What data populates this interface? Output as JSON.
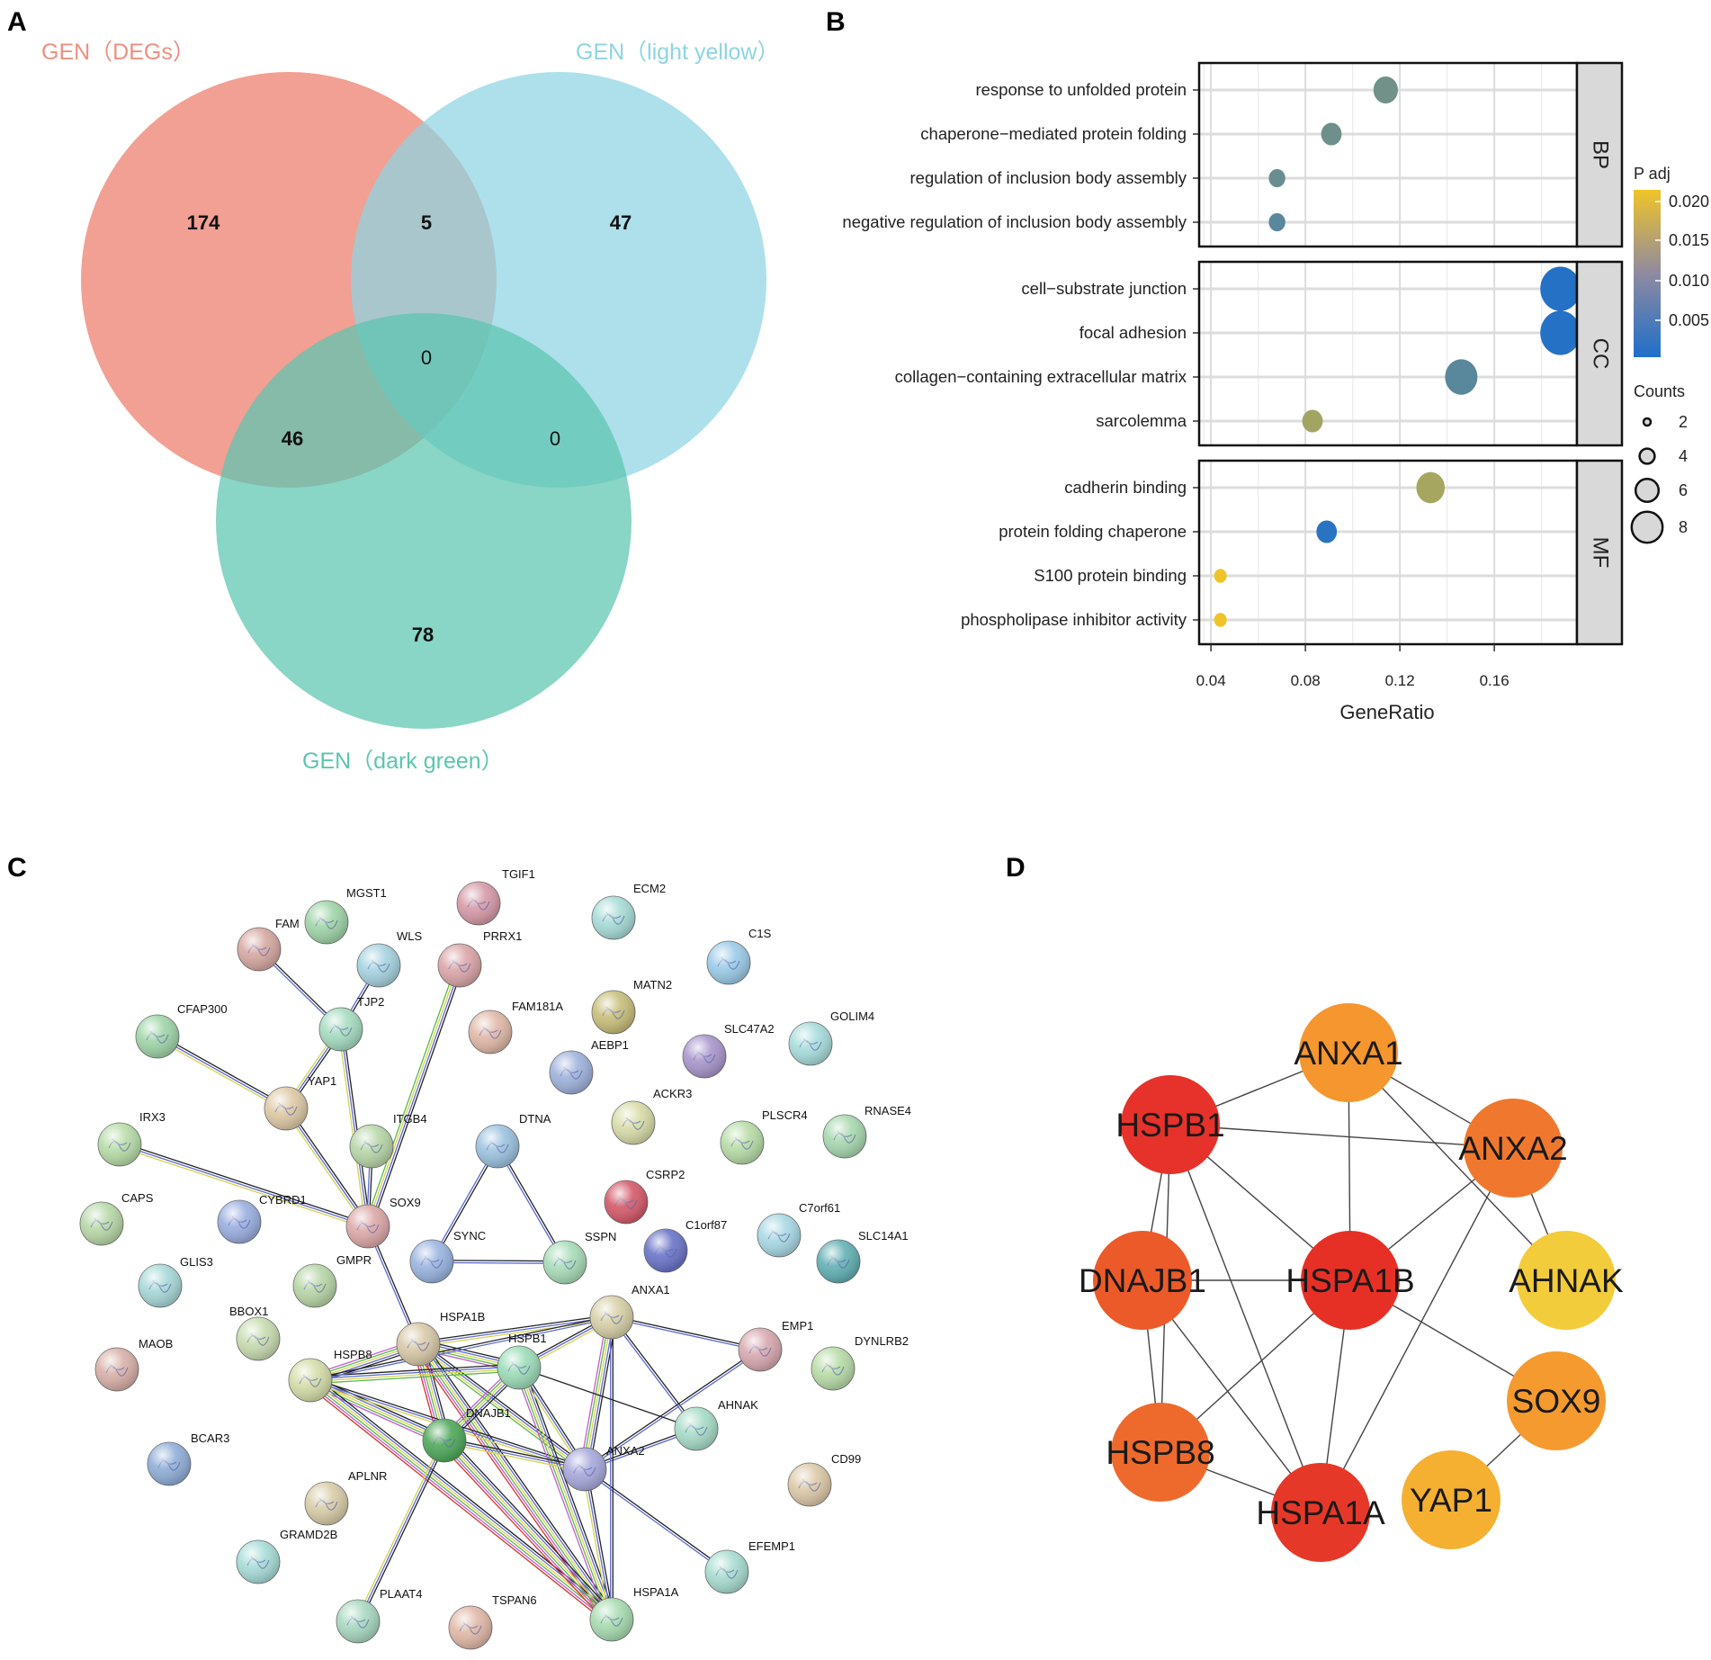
{
  "panels": {
    "a": "A",
    "b": "B",
    "c": "C",
    "d": "D"
  },
  "venn": {
    "sets": [
      {
        "label": "GEN（DEGs）",
        "color": "#ee8f80"
      },
      {
        "label": "GEN（light yellow）",
        "color": "#8dd4e2"
      },
      {
        "label": "GEN（dark green）",
        "color": "#5cc5b0"
      }
    ],
    "counts": {
      "only_a": "174",
      "ab": "5",
      "only_b": "47",
      "abc": "0",
      "ac": "46",
      "bc": "0",
      "only_c": "78"
    }
  },
  "chart_data": {
    "type": "scatter",
    "xlabel": "GeneRatio",
    "xticks": [
      "0.04",
      "0.08",
      "0.12",
      "0.16"
    ],
    "xlim": [
      0.035,
      0.195
    ],
    "facets": [
      {
        "name": "BP",
        "terms": [
          {
            "term": "response to unfolded protein",
            "ratio": 0.114,
            "count": 5,
            "padj": 0.0085
          },
          {
            "term": "chaperone−mediated protein folding",
            "ratio": 0.091,
            "count": 4,
            "padj": 0.0082
          },
          {
            "term": "regulation of inclusion body assembly",
            "ratio": 0.068,
            "count": 3,
            "padj": 0.0078
          },
          {
            "term": "negative regulation of inclusion body assembly",
            "ratio": 0.068,
            "count": 3,
            "padj": 0.006
          }
        ]
      },
      {
        "name": "CC",
        "terms": [
          {
            "term": "cell−substrate junction",
            "ratio": 0.188,
            "count": 9,
            "padj": 0.0005
          },
          {
            "term": "focal adhesion",
            "ratio": 0.188,
            "count": 9,
            "padj": 0.0005
          },
          {
            "term": "collagen−containing extracellular matrix",
            "ratio": 0.146,
            "count": 7,
            "padj": 0.006
          },
          {
            "term": "sarcolemma",
            "ratio": 0.083,
            "count": 4,
            "padj": 0.0135
          }
        ]
      },
      {
        "name": "MF",
        "terms": [
          {
            "term": "cadherin binding",
            "ratio": 0.133,
            "count": 6,
            "padj": 0.014
          },
          {
            "term": "protein folding chaperone",
            "ratio": 0.089,
            "count": 4,
            "padj": 0.001
          },
          {
            "term": "S100 protein binding",
            "ratio": 0.044,
            "count": 2,
            "padj": 0.0215
          },
          {
            "term": "phospholipase inhibitor activity",
            "ratio": 0.044,
            "count": 2,
            "padj": 0.0215
          }
        ]
      }
    ],
    "color_legend": {
      "title": "P adj",
      "ticks": [
        "0.020",
        "0.015",
        "0.010",
        "0.005"
      ],
      "low": "#1f6fc9",
      "high": "#efc428"
    },
    "size_legend": {
      "title": "Counts",
      "items": [
        "2",
        "4",
        "6",
        "8"
      ]
    }
  },
  "network": {
    "nodes": [
      {
        "id": "MGST1",
        "color": "#9fd4a8"
      },
      {
        "id": "FAM",
        "color": "#d6a8a2"
      },
      {
        "id": "WLS",
        "color": "#a6d2e0"
      },
      {
        "id": "TGIF1",
        "color": "#d69aa8"
      },
      {
        "id": "ECM2",
        "color": "#a8dcd8"
      },
      {
        "id": "PRRX1",
        "color": "#dba5a8"
      },
      {
        "id": "C1S",
        "color": "#9ccbe8"
      },
      {
        "id": "CFAP300",
        "color": "#9fd4a8"
      },
      {
        "id": "TJP2",
        "color": "#a6dcc0"
      },
      {
        "id": "FAM181A",
        "color": "#e0b8a8"
      },
      {
        "id": "MATN2",
        "color": "#c8be7a"
      },
      {
        "id": "GOLIM4",
        "color": "#a8dcdc"
      },
      {
        "id": "SLC47A2",
        "color": "#a896cc"
      },
      {
        "id": "AEBP1",
        "color": "#9fb2dc"
      },
      {
        "id": "YAP1",
        "color": "#dec9a6"
      },
      {
        "id": "IRX3",
        "color": "#b8dca8"
      },
      {
        "id": "ACKR3",
        "color": "#d8dca8"
      },
      {
        "id": "PLSCR4",
        "color": "#b8dca8"
      },
      {
        "id": "RNASE4",
        "color": "#a8d8b0"
      },
      {
        "id": "ITGB4",
        "color": "#b8d6a8"
      },
      {
        "id": "DTNA",
        "color": "#9cc2e0"
      },
      {
        "id": "CSRP2",
        "color": "#d45a6a"
      },
      {
        "id": "CAPS",
        "color": "#b8d8a8"
      },
      {
        "id": "CYBRD1",
        "color": "#9aaee0"
      },
      {
        "id": "SOX9",
        "color": "#dca8a8"
      },
      {
        "id": "C7orf61",
        "color": "#a8d8e4"
      },
      {
        "id": "C1orf87",
        "color": "#6a74c8"
      },
      {
        "id": "SLC14A1",
        "color": "#62b0b4"
      },
      {
        "id": "SYNC",
        "color": "#9ab4e0"
      },
      {
        "id": "SSPN",
        "color": "#a8dcb8"
      },
      {
        "id": "GLIS3",
        "color": "#a8d8d8"
      },
      {
        "id": "GMPR",
        "color": "#b8d6a8"
      },
      {
        "id": "ANXA1",
        "color": "#d8d0a8"
      },
      {
        "id": "BBOX1",
        "color": "#c8dcb0"
      },
      {
        "id": "HSPA1B",
        "color": "#d8c8a8"
      },
      {
        "id": "EMP1",
        "color": "#d8a8b0"
      },
      {
        "id": "MAOB",
        "color": "#d8b0a8"
      },
      {
        "id": "HSPB8",
        "color": "#d4dca8"
      },
      {
        "id": "HSPB1",
        "color": "#9cdcb8"
      },
      {
        "id": "DYNLRB2",
        "color": "#b8dca8"
      },
      {
        "id": "DNAJB1",
        "color": "#4ea85a"
      },
      {
        "id": "AHNAK",
        "color": "#a8dcc8"
      },
      {
        "id": "BCAR3",
        "color": "#90aed8"
      },
      {
        "id": "ANXA2",
        "color": "#a8a8dc"
      },
      {
        "id": "CD99",
        "color": "#dcc8a8"
      },
      {
        "id": "APLNR",
        "color": "#d8cca8"
      },
      {
        "id": "GRAMD2B",
        "color": "#a8dcd8"
      },
      {
        "id": "EFEMP1",
        "color": "#a8dcd0"
      },
      {
        "id": "PLAAT4",
        "color": "#a8d8c0"
      },
      {
        "id": "TSPAN6",
        "color": "#e0b8a8"
      },
      {
        "id": "HSPA1A",
        "color": "#a8dcb0"
      }
    ]
  },
  "hub": {
    "nodes": [
      {
        "id": "ANXA1",
        "color": "#f5962e"
      },
      {
        "id": "HSPB1",
        "color": "#e6322a"
      },
      {
        "id": "ANXA2",
        "color": "#f0782e"
      },
      {
        "id": "DNAJB1",
        "color": "#ec5a2a"
      },
      {
        "id": "HSPA1B",
        "color": "#e63026"
      },
      {
        "id": "AHNAK",
        "color": "#f2cc3a"
      },
      {
        "id": "SOX9",
        "color": "#f59a2e"
      },
      {
        "id": "HSPB8",
        "color": "#ee6a2c"
      },
      {
        "id": "HSPA1A",
        "color": "#e63828"
      },
      {
        "id": "YAP1",
        "color": "#f5b032"
      }
    ]
  }
}
